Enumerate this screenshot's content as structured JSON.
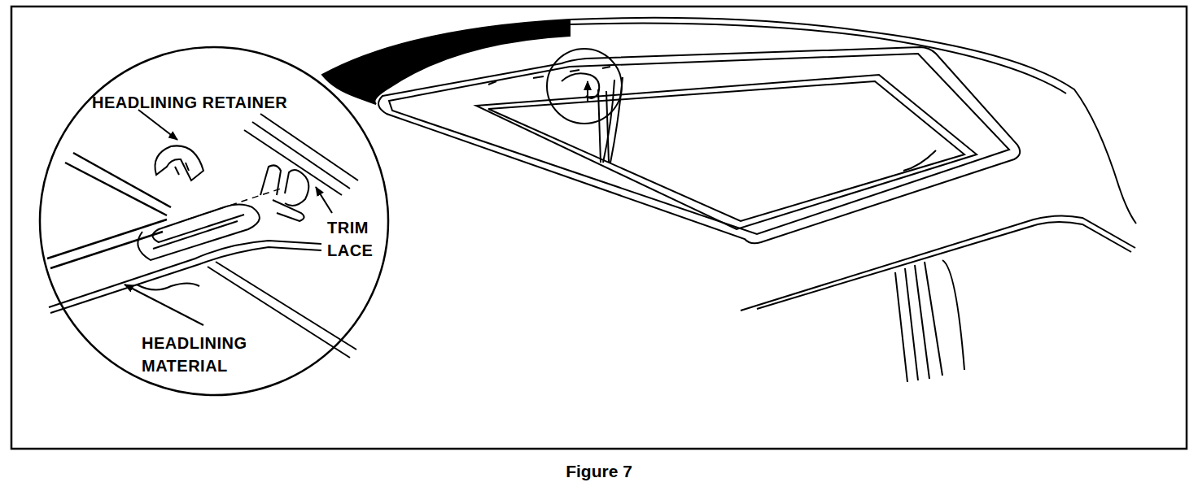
{
  "diagram": {
    "caption": "Figure 7",
    "labels": [
      "HEADLINING RETAINER",
      "TRIM LACE",
      "HEADLINING MATERIAL"
    ]
  }
}
